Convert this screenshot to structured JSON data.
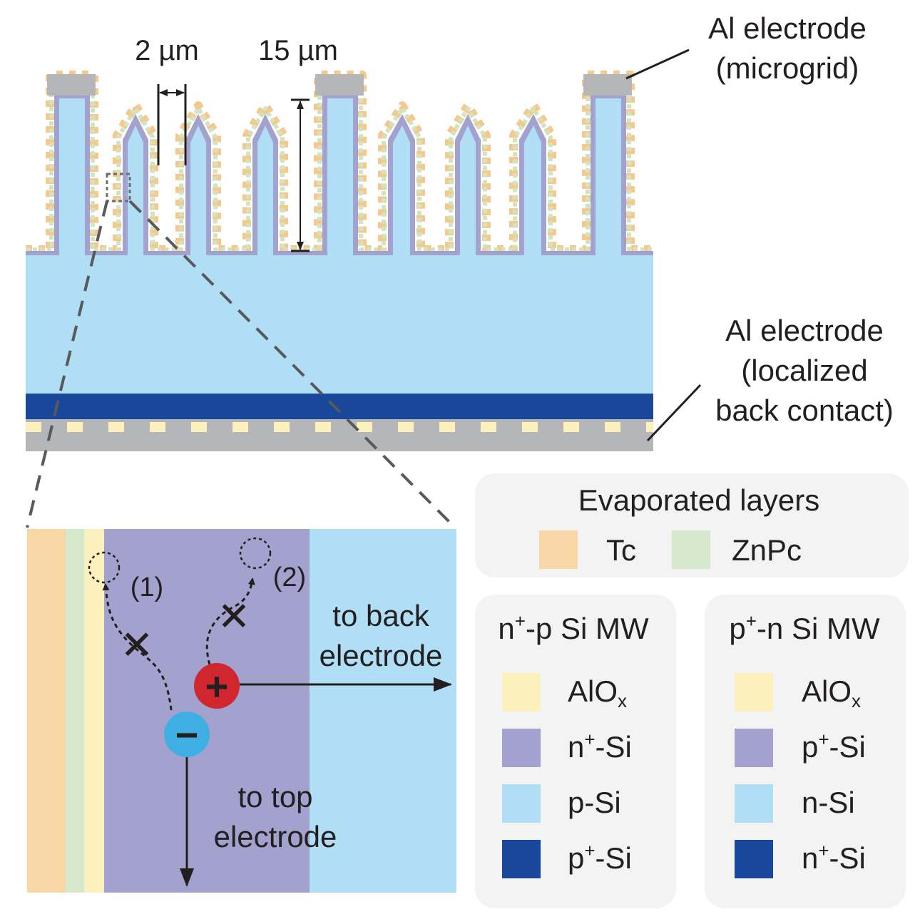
{
  "labels": {
    "dim_width": "2 µm",
    "dim_height": "15 µm",
    "top_electrode_line1": "Al electrode",
    "top_electrode_line2": "(microgrid)",
    "back_electrode_line1": "Al electrode",
    "back_electrode_line2": "(localized",
    "back_electrode_line3": "back contact)"
  },
  "zoom": {
    "path1_label": "(1)",
    "path2_label": "(2)",
    "hole_symbol": "+",
    "electron_symbol": "−",
    "to_back_line1": "to back",
    "to_back_line2": "electrode",
    "to_top_line1": "to top",
    "to_top_line2": "electrode",
    "blocked_symbol": "✕"
  },
  "legend": {
    "evaporated": {
      "title": "Evaporated layers",
      "items": [
        {
          "label": "Tc",
          "color": "#f9d6a6"
        },
        {
          "label": "ZnPc",
          "color": "#d6e9cc"
        }
      ]
    },
    "n_p": {
      "title_main": "n",
      "title_sup": "+",
      "title_rest": "-p Si MW",
      "items": [
        {
          "main": "AlO",
          "sup": "",
          "rest": "",
          "sub": "x",
          "color": "#fcf0bd"
        },
        {
          "main": "n",
          "sup": "+",
          "rest": "-Si",
          "sub": "",
          "color": "#a3a2ce"
        },
        {
          "main": "p-Si",
          "sup": "",
          "rest": "",
          "sub": "",
          "color": "#b0def5"
        },
        {
          "main": "p",
          "sup": "+",
          "rest": "-Si",
          "sub": "",
          "color": "#19479a"
        }
      ]
    },
    "p_n": {
      "title_main": "p",
      "title_sup": "+",
      "title_rest": "-n Si MW",
      "items": [
        {
          "main": "AlO",
          "sup": "",
          "rest": "",
          "sub": "x",
          "color": "#fcf0bd"
        },
        {
          "main": "p",
          "sup": "+",
          "rest": "-Si",
          "sub": "",
          "color": "#a3a2ce"
        },
        {
          "main": "n-Si",
          "sup": "",
          "rest": "",
          "sub": "",
          "color": "#b0def5"
        },
        {
          "main": "n",
          "sup": "+",
          "rest": "-Si",
          "sub": "",
          "color": "#19479a"
        }
      ]
    }
  },
  "colors": {
    "tc": "#f9d6a6",
    "znpc": "#d6e9cc",
    "aloX": "#fcf0bd",
    "n_plus_si": "#a3a2ce",
    "p_si": "#b0def5",
    "p_plus_si": "#19479a",
    "al": "#b5b6b8",
    "hole": "#d0262e",
    "electron": "#3eaee3",
    "legend_bg": "#f3f3f3"
  }
}
